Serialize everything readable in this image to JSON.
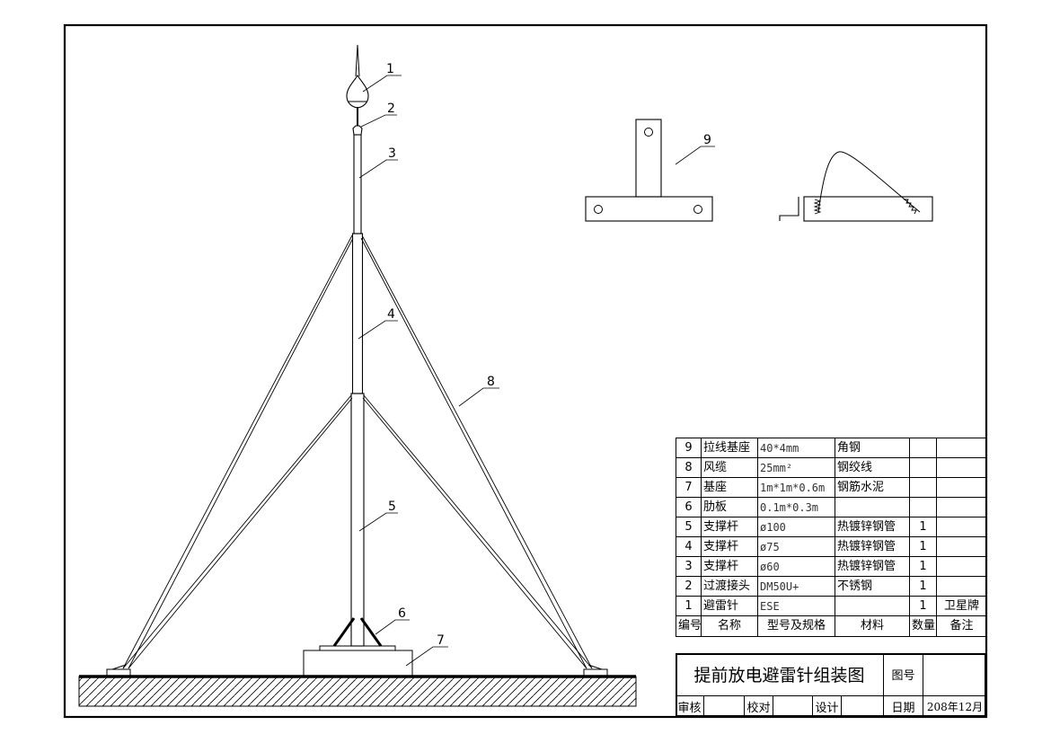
{
  "callouts": [
    "1",
    "2",
    "3",
    "4",
    "5",
    "6",
    "7",
    "8",
    "9"
  ],
  "parts_header": {
    "no": "编号",
    "name": "名称",
    "spec": "型号及规格",
    "material": "材料",
    "qty": "数量",
    "remark": "备注"
  },
  "parts": [
    {
      "no": "9",
      "name": "拉线基座",
      "spec": "40*4mm",
      "material": "角钢",
      "qty": "",
      "remark": ""
    },
    {
      "no": "8",
      "name": "风缆",
      "spec": "25mm²",
      "material": "钢绞线",
      "qty": "",
      "remark": ""
    },
    {
      "no": "7",
      "name": "基座",
      "spec": "1m*1m*0.6m",
      "material": "钢筋水泥",
      "qty": "",
      "remark": ""
    },
    {
      "no": "6",
      "name": "肋板",
      "spec": "0.1m*0.3m",
      "material": "",
      "qty": "",
      "remark": ""
    },
    {
      "no": "5",
      "name": "支撑杆",
      "spec": "ø100",
      "material": "热镀锌钢管",
      "qty": "1",
      "remark": ""
    },
    {
      "no": "4",
      "name": "支撑杆",
      "spec": "ø75",
      "material": "热镀锌钢管",
      "qty": "1",
      "remark": ""
    },
    {
      "no": "3",
      "name": "支撑杆",
      "spec": "ø60",
      "material": "热镀锌钢管",
      "qty": "1",
      "remark": ""
    },
    {
      "no": "2",
      "name": "过渡接头",
      "spec": "DM50U+",
      "material": "不锈钢",
      "qty": "1",
      "remark": ""
    },
    {
      "no": "1",
      "name": "避雷针",
      "spec": "ESE",
      "material": "",
      "qty": "1",
      "remark": "卫星牌"
    }
  ],
  "title_block": {
    "title": "提前放电避雷针组装图",
    "drawing_no_label": "图号",
    "drawing_no": "",
    "review_label": "审核",
    "check_label": "校对",
    "design_label": "设计",
    "date_label": "日期",
    "date": "208年12月"
  }
}
